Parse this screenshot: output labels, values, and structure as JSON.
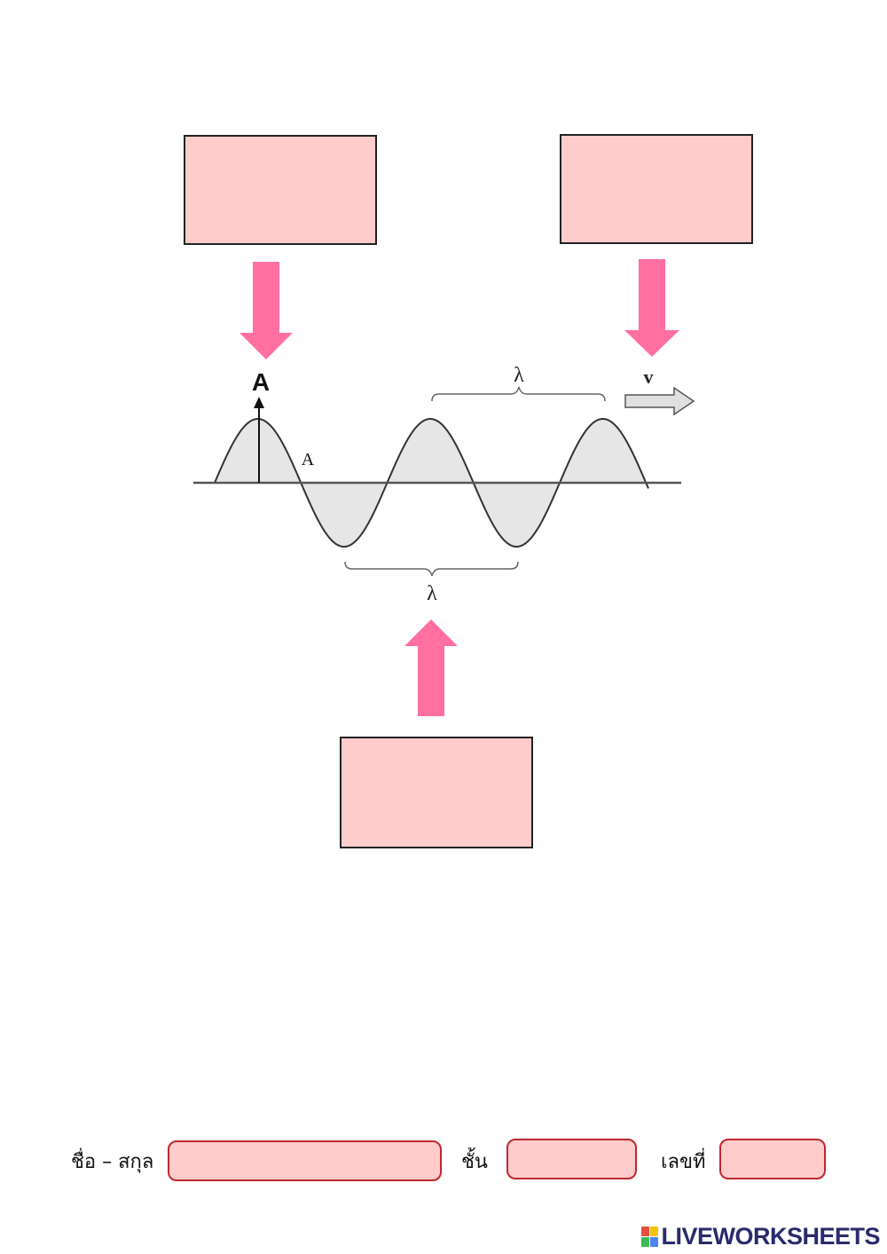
{
  "diagram": {
    "label_amplitude_axis": "A",
    "label_amplitude": "A",
    "label_wavelength_top": "λ",
    "label_wavelength_bottom": "λ",
    "label_velocity": "v",
    "colors": {
      "arrow_pink": "#ff6fa0",
      "box_fill": "#ffcccc",
      "wave_fill": "#e6e6e6"
    }
  },
  "answer_boxes": [
    {
      "id": "top-left",
      "value": ""
    },
    {
      "id": "top-right",
      "value": ""
    },
    {
      "id": "bottom",
      "value": ""
    }
  ],
  "form": {
    "name_label": "ชื่อ – สกุล",
    "class_label": "ชั้น",
    "number_label": "เลขที่",
    "name_value": "",
    "class_value": "",
    "number_value": ""
  },
  "footer": {
    "logo_text": "LIVEWORKSHEETS"
  }
}
